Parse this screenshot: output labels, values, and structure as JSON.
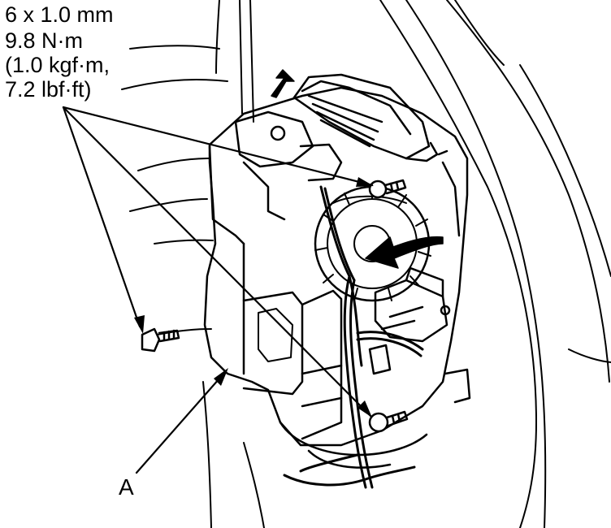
{
  "spec": {
    "line1": "6 x 1.0 mm",
    "line2": "9.8 N·m",
    "line3": "(1.0 kgf·m,",
    "line4": "7.2 lbf·ft)"
  },
  "callout": {
    "a": "A"
  },
  "colors": {
    "ink": "#000000",
    "paper": "#ffffff"
  }
}
